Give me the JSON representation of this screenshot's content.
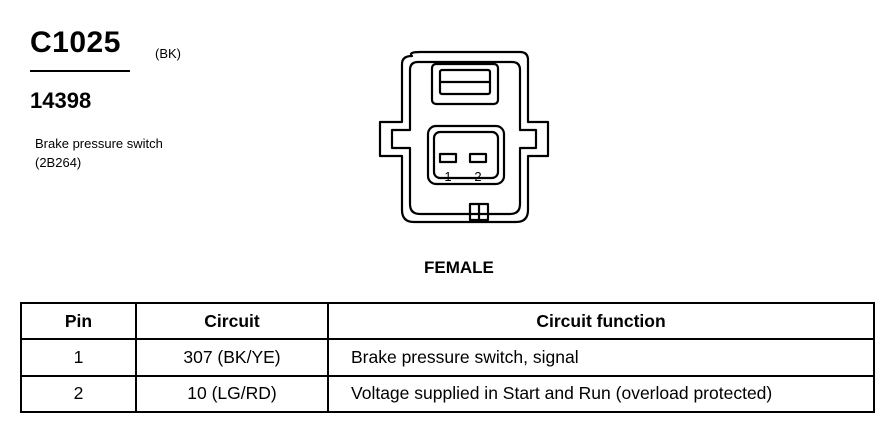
{
  "connector": {
    "id": "C1025",
    "color_code": "(BK)",
    "part_number": "14398",
    "description": "Brake pressure switch (2B264)"
  },
  "diagram": {
    "pin_labels": [
      "1",
      "2"
    ],
    "gender": "FEMALE"
  },
  "pin_table": {
    "headers": [
      "Pin",
      "Circuit",
      "Circuit function"
    ],
    "rows": [
      {
        "pin": "1",
        "circuit": "307 (BK/YE)",
        "function": "Brake pressure switch, signal"
      },
      {
        "pin": "2",
        "circuit": "10 (LG/RD)",
        "function": "Voltage supplied in Start and Run (overload protected)"
      }
    ]
  }
}
